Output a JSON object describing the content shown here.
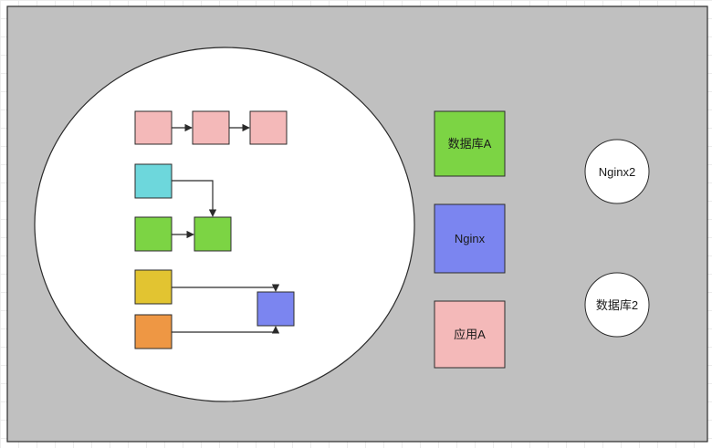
{
  "nodes": {
    "db_a": {
      "label": "数据库A"
    },
    "nginx": {
      "label": "Nginx"
    },
    "app_a": {
      "label": "应用A"
    },
    "nginx2": {
      "label": "Nginx2"
    },
    "db_2": {
      "label": "数据库2"
    }
  },
  "colors": {
    "frame_fill": "#c0c0c0",
    "frame_stroke": "#2b2b2b",
    "ellipse_fill": "#ffffff",
    "pink": "#f4b9b9",
    "cyan": "#6dd7dc",
    "green": "#7cd444",
    "yellow": "#e2c431",
    "orange": "#ee9744",
    "blue": "#7b85f0",
    "connector": "#2b2b2b"
  }
}
